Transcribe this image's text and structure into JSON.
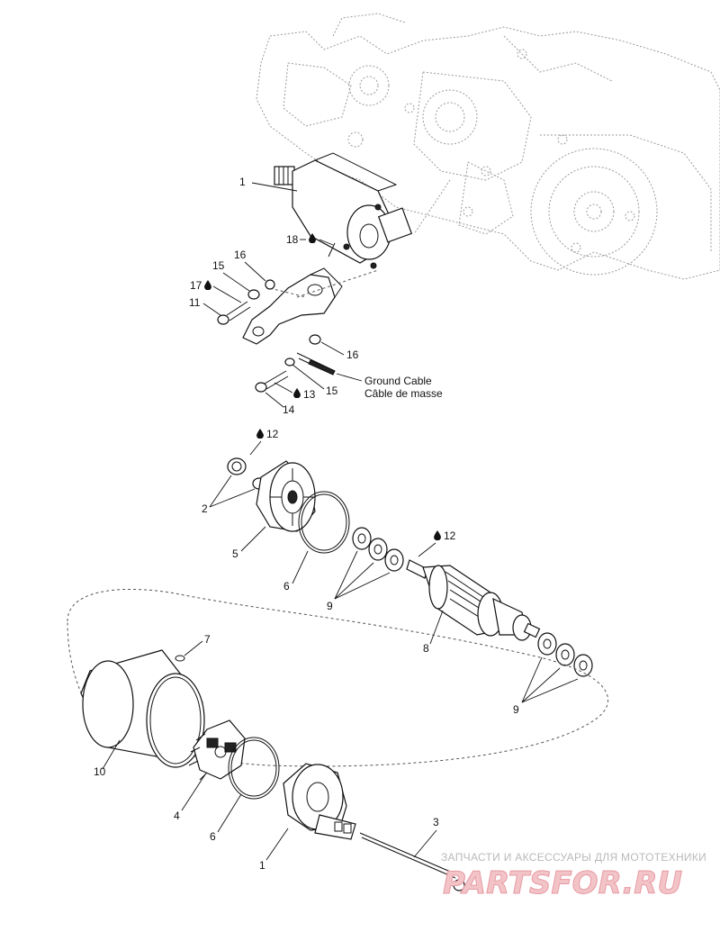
{
  "callouts": {
    "c1_top": "1",
    "c18": "18",
    "c16_top": "16",
    "c15_top": "15",
    "c17": "17",
    "c11": "11",
    "c16_bot": "16",
    "c15_bot": "15",
    "c13": "13",
    "c14": "14",
    "c12_a": "12",
    "c2": "2",
    "c5": "5",
    "c6_top": "6",
    "c12_b": "12",
    "c9_top": "9",
    "c8": "8",
    "c7": "7",
    "c9_bot": "9",
    "c10": "10",
    "c4": "4",
    "c6_bot": "6",
    "c1_bot": "1",
    "c3": "3"
  },
  "ground_cable": {
    "line1": "Ground Cable",
    "line2": "Câble de masse"
  },
  "watermark": {
    "tagline": "ЗАПЧАСТИ И АКСЕССУАРЫ ДЛЯ МОТОТЕХНИКИ",
    "brand": "PARTSFOR.RU"
  },
  "icons": [
    "oil-drop-icon"
  ],
  "colors": {
    "ink": "#111111",
    "engine_outline": "#9a9a9a",
    "watermark_red": "#e79aa2"
  }
}
